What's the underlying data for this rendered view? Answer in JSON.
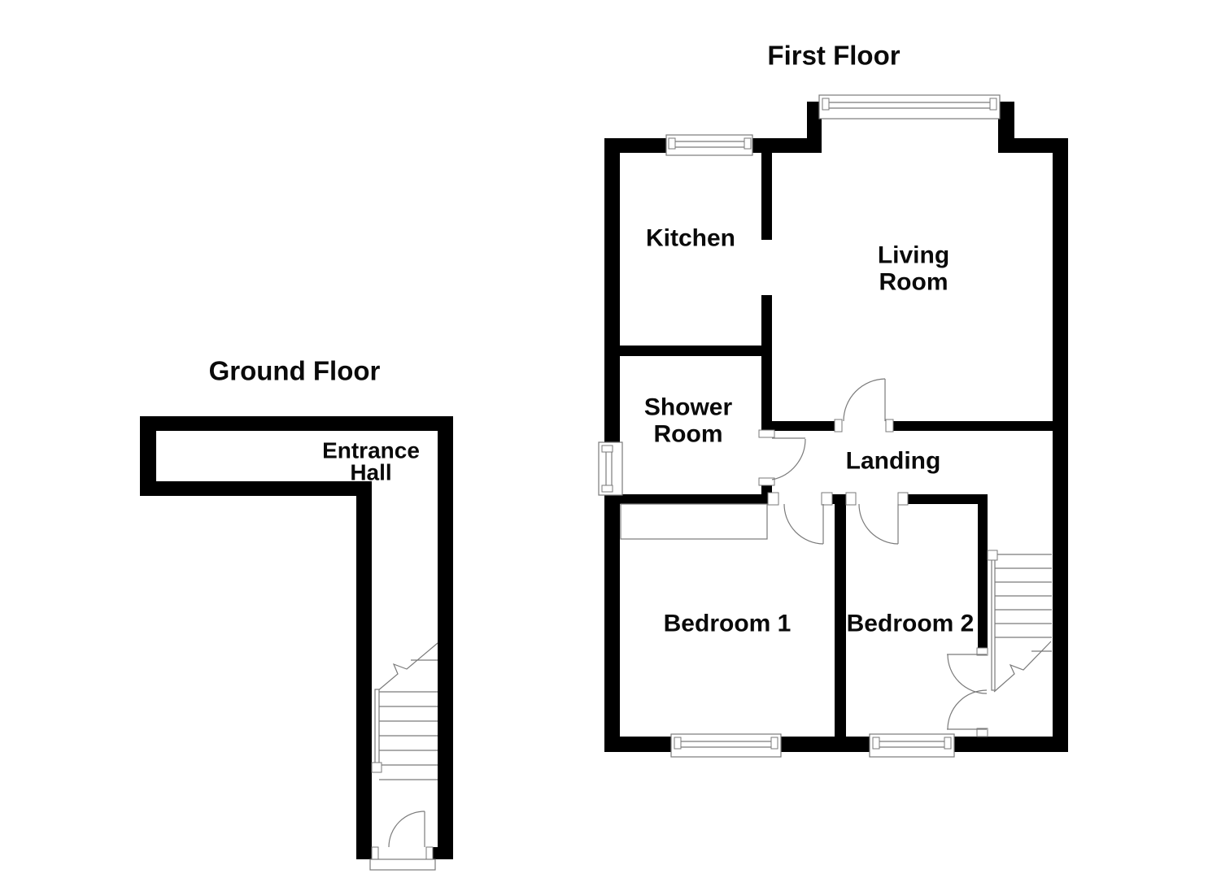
{
  "colors": {
    "background": "#ffffff",
    "walls": "#000000",
    "thin_lines": "#7a7a7a",
    "text": "#0a0a0a"
  },
  "floor_plan": {
    "first_floor": {
      "title": "First Floor",
      "rooms": {
        "kitchen": {
          "label_lines": [
            "Kitchen"
          ]
        },
        "living_room": {
          "label_lines": [
            "Living",
            "Room"
          ]
        },
        "shower_room": {
          "label_lines": [
            "Shower",
            "Room"
          ]
        },
        "landing": {
          "label_lines": [
            "Landing"
          ]
        },
        "bedroom_1": {
          "label_lines": [
            "Bedroom 1"
          ]
        },
        "bedroom_2": {
          "label_lines": [
            "Bedroom 2"
          ]
        }
      }
    },
    "ground_floor": {
      "title": "Ground Floor",
      "rooms": {
        "entrance_hall": {
          "label_lines": [
            "Entrance",
            "Hall"
          ]
        }
      }
    }
  }
}
